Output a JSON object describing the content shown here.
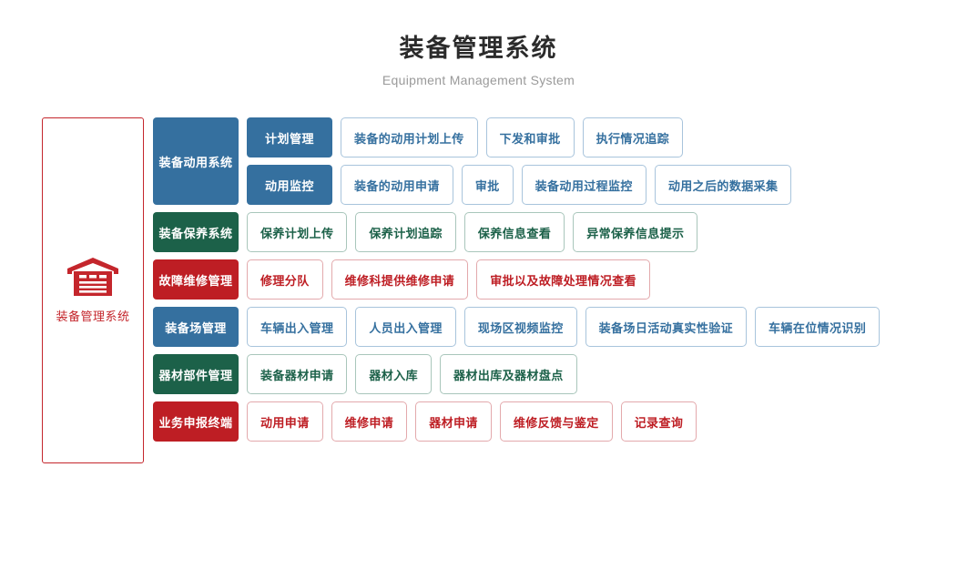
{
  "header": {
    "title": "装备管理系统",
    "subtitle": "Equipment Management System"
  },
  "root": {
    "icon": "warehouse-icon",
    "label": "装备管理系统",
    "color": "#c4262c"
  },
  "colors": {
    "blue": "#35709f",
    "green": "#1c6149",
    "red": "#be1e24",
    "blue_border": "#a8c4dc",
    "green_border": "#a9c6bb",
    "red_border": "#e3a9ac",
    "title": "#2b2b2b",
    "subtitle": "#9a9a9a"
  },
  "systems": [
    {
      "label": "装备动用系统",
      "color": "blue",
      "subrows": [
        {
          "chip": "计划管理",
          "items": [
            "装备的动用计划上传",
            "下发和审批",
            "执行情况追踪"
          ]
        },
        {
          "chip": "动用监控",
          "items": [
            "装备的动用申请",
            "审批",
            "装备动用过程监控",
            "动用之后的数据采集"
          ]
        }
      ]
    },
    {
      "label": "装备保养系统",
      "color": "green",
      "items": [
        "保养计划上传",
        "保养计划追踪",
        "保养信息查看",
        "异常保养信息提示"
      ]
    },
    {
      "label": "故障维修管理",
      "color": "red",
      "items": [
        "修理分队",
        "维修科提供维修申请",
        "审批以及故障处理情况查看"
      ]
    },
    {
      "label": "装备场管理",
      "color": "blue",
      "items": [
        "车辆出入管理",
        "人员出入管理",
        "现场区视频监控",
        "装备场日活动真实性验证",
        "车辆在位情况识别"
      ]
    },
    {
      "label": "器材部件管理",
      "color": "green",
      "items": [
        "装备器材申请",
        "器材入库",
        "器材出库及器材盘点"
      ]
    },
    {
      "label": "业务申报终端",
      "color": "red",
      "items": [
        "动用申请",
        "维修申请",
        "器材申请",
        "维修反馈与鉴定",
        "记录查询"
      ]
    }
  ]
}
